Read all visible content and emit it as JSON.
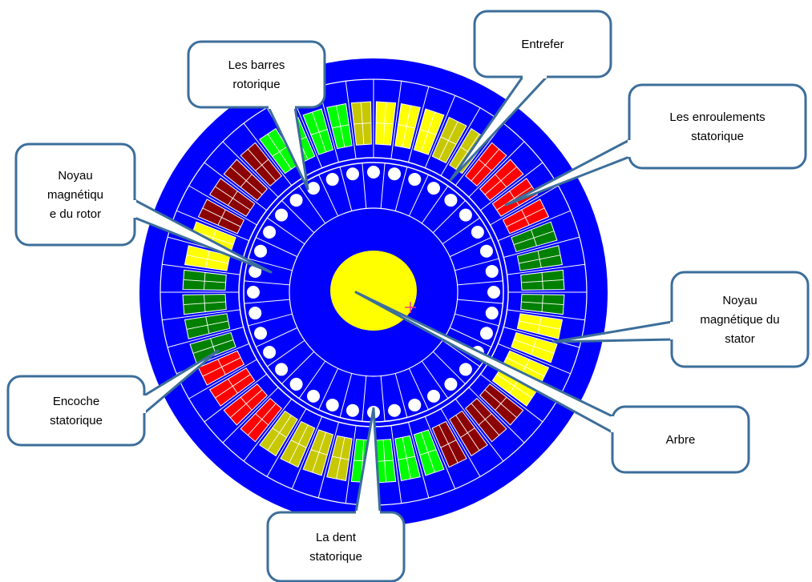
{
  "colors": {
    "core": "#0000ff",
    "line": "#ffffff",
    "shaft": "#ffff00",
    "bar": "#ffffff",
    "callout_border": "#3c6e9a",
    "callout_fill": "#ffffff",
    "center_mark": "#ff3c8c"
  },
  "phase_colors": {
    "Y": "#ffff00",
    "y": "#c8c800",
    "G": "#00ff00",
    "g": "#008000",
    "R": "#ff0000",
    "r": "#8b0000"
  },
  "stator": {
    "slot_count": 48,
    "phase_sequence": [
      "Y",
      "Y",
      "Y",
      "y",
      "y",
      "R",
      "R",
      "R",
      "R",
      "g",
      "g",
      "g",
      "g",
      "Y",
      "Y",
      "Y",
      "Y",
      "r",
      "r",
      "r",
      "r",
      "G",
      "G",
      "G",
      "G",
      "y",
      "y",
      "y",
      "y",
      "R",
      "R",
      "R",
      "R",
      "g",
      "g",
      "g",
      "g",
      "Y",
      "Y",
      "r",
      "r",
      "r",
      "r",
      "G",
      "G",
      "G",
      "G",
      "y"
    ]
  },
  "rotor": {
    "bar_count": 36
  },
  "callouts": [
    {
      "id": "barres-rotorique",
      "lines": [
        "Les barres",
        "rotorique"
      ]
    },
    {
      "id": "entrefer",
      "lines": [
        "Entrefer"
      ]
    },
    {
      "id": "enroulements-statorique",
      "lines": [
        "Les enroulements",
        "statorique"
      ]
    },
    {
      "id": "noyau-rotor",
      "lines": [
        "Noyau",
        "magnétiqu",
        "e du rotor"
      ]
    },
    {
      "id": "noyau-stator",
      "lines": [
        "Noyau",
        "magnétique du",
        "stator"
      ]
    },
    {
      "id": "encoche-statorique",
      "lines": [
        "Encoche",
        "statorique"
      ]
    },
    {
      "id": "arbre",
      "lines": [
        "Arbre"
      ]
    },
    {
      "id": "dent-statorique",
      "lines": [
        "La dent",
        "statorique"
      ]
    }
  ]
}
